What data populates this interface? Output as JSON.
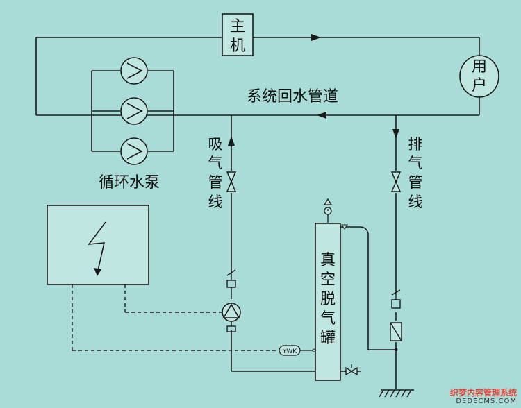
{
  "colors": {
    "background": "#a9dcd6",
    "line": "#1a1a1a",
    "box_fill": "#bfe6e1",
    "watermark_red": "#e0463c"
  },
  "labels": {
    "host_top": "主",
    "host_bottom": "机",
    "user_top": "用",
    "user_bottom": "户",
    "return_pipe": "系统回水管道",
    "circulation_pumps": "循环水泵",
    "suction_line": [
      "吸",
      "气",
      "管",
      "线"
    ],
    "exhaust_line": [
      "排",
      "气",
      "管",
      "线"
    ],
    "tank": [
      "真",
      "空",
      "脱",
      "气",
      "罐"
    ],
    "pressure_tag": "YWK"
  },
  "icons": [
    "pump-icon",
    "valve-icon",
    "gauge-icon",
    "electric-icon",
    "arrow-icon",
    "ground-icon"
  ],
  "watermark": {
    "line1": "织梦内容管理系统",
    "line2": "DEDECMS.COM"
  }
}
